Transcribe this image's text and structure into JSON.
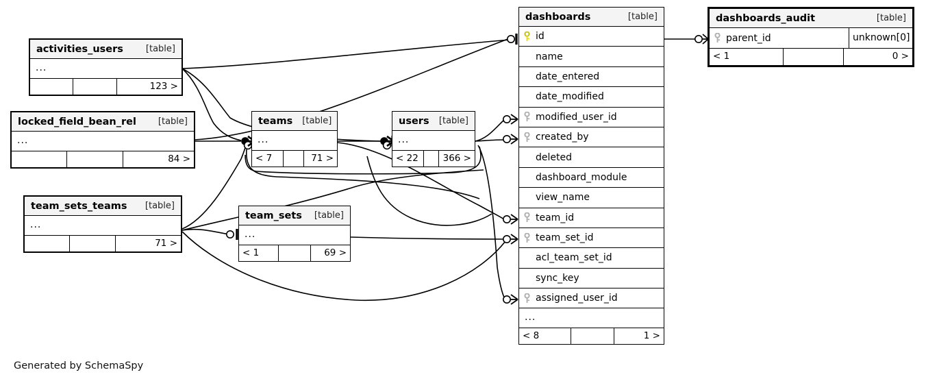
{
  "diagram": {
    "kind": "er-diagram",
    "generator_note": "Generated by SchemaSpy",
    "table_tag": "[table]",
    "ellipsis": "...",
    "background": "#ffffff",
    "header_fill": "#f4f4f4",
    "line_color": "#000000",
    "pk_key_color": "#e8dd18",
    "fk_key_color": "#b0b0b0"
  },
  "tables": [
    {
      "id": "activities_users",
      "name": "activities_users",
      "tag": "[table]",
      "collapsed": true,
      "footer": {
        "left": "",
        "mid": "",
        "right": "123 >"
      }
    },
    {
      "id": "locked_field_bean_rel",
      "name": "locked_field_bean_rel",
      "tag": "[table]",
      "collapsed": true,
      "footer": {
        "left": "",
        "mid": "",
        "right": "84 >"
      }
    },
    {
      "id": "team_sets_teams",
      "name": "team_sets_teams",
      "tag": "[table]",
      "collapsed": true,
      "footer": {
        "left": "",
        "mid": "",
        "right": "71 >"
      }
    },
    {
      "id": "teams",
      "name": "teams",
      "tag": "[table]",
      "collapsed": true,
      "footer": {
        "left": "< 7",
        "mid": "",
        "right": "71 >"
      }
    },
    {
      "id": "users",
      "name": "users",
      "tag": "[table]",
      "collapsed": true,
      "footer": {
        "left": "< 22",
        "mid": "",
        "right": "366 >"
      }
    },
    {
      "id": "team_sets",
      "name": "team_sets",
      "tag": "[table]",
      "collapsed": true,
      "footer": {
        "left": "< 1",
        "mid": "",
        "right": "69 >"
      }
    },
    {
      "id": "dashboards",
      "name": "dashboards",
      "tag": "[table]",
      "collapsed": false,
      "columns": [
        {
          "name": "id",
          "key": "primary"
        },
        {
          "name": "name",
          "key": "none"
        },
        {
          "name": "date_entered",
          "key": "none"
        },
        {
          "name": "date_modified",
          "key": "none"
        },
        {
          "name": "modified_user_id",
          "key": "foreign"
        },
        {
          "name": "created_by",
          "key": "foreign"
        },
        {
          "name": "deleted",
          "key": "none"
        },
        {
          "name": "dashboard_module",
          "key": "none"
        },
        {
          "name": "view_name",
          "key": "none"
        },
        {
          "name": "team_id",
          "key": "foreign"
        },
        {
          "name": "team_set_id",
          "key": "foreign"
        },
        {
          "name": "acl_team_set_id",
          "key": "none"
        },
        {
          "name": "sync_key",
          "key": "none"
        },
        {
          "name": "assigned_user_id",
          "key": "foreign"
        }
      ],
      "more_row": "...",
      "footer": {
        "left": "< 8",
        "mid": "",
        "right": "1 >"
      }
    },
    {
      "id": "dashboards_audit",
      "name": "dashboards_audit",
      "tag": "[table]",
      "collapsed": false,
      "columns": [
        {
          "name": "parent_id",
          "key": "foreign",
          "type": "unknown[0]"
        }
      ],
      "footer": {
        "left": "< 1",
        "mid": "",
        "right": "0 >"
      }
    }
  ]
}
